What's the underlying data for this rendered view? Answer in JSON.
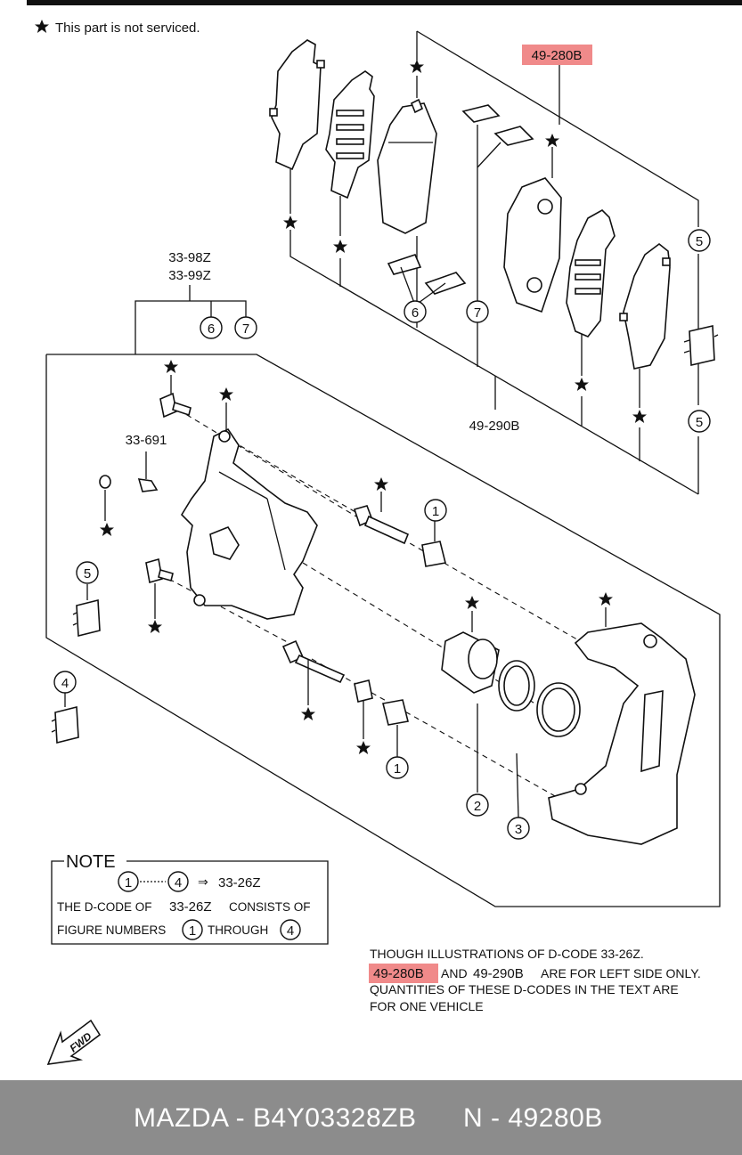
{
  "header": {
    "star_note": "This part is not serviced."
  },
  "codes": {
    "pad_set_left": "49-280B",
    "pad_set_right": "49-290B",
    "caliper_a": "33-98Z",
    "caliper_b": "33-99Z",
    "bleeder": "33-691"
  },
  "figure_numbers": [
    "1",
    "2",
    "3",
    "4",
    "5",
    "6",
    "7"
  ],
  "note": {
    "title": "NOTE",
    "range_from": "1",
    "range_to": "4",
    "arrow": "⇒",
    "range_code": "33-26Z",
    "line1_pre": "THE D-CODE OF",
    "line1_code": "33-26Z",
    "line1_post": "CONSISTS OF",
    "line2_pre": "FIGURE NUMBERS",
    "line2_mid": "THROUGH"
  },
  "disclaimer": {
    "line1": "THOUGH ILLUSTRATIONS OF D-CODE 33-26Z.",
    "line2_code1": "49-280B",
    "line2_and": "AND",
    "line2_code2": "49-290B",
    "line2_rest": "ARE FOR LEFT SIDE ONLY.",
    "line3": "QUANTITIES OF THESE D-CODES IN THE TEXT ARE",
    "line4": "FOR ONE VEHICLE"
  },
  "fwd_label": "FWD",
  "footer": {
    "left": "MAZDA - B4Y03328ZB",
    "right": "N - 49280B"
  },
  "colors": {
    "highlight": "#f08a8a",
    "footer_bg": "#8c8c8c"
  }
}
